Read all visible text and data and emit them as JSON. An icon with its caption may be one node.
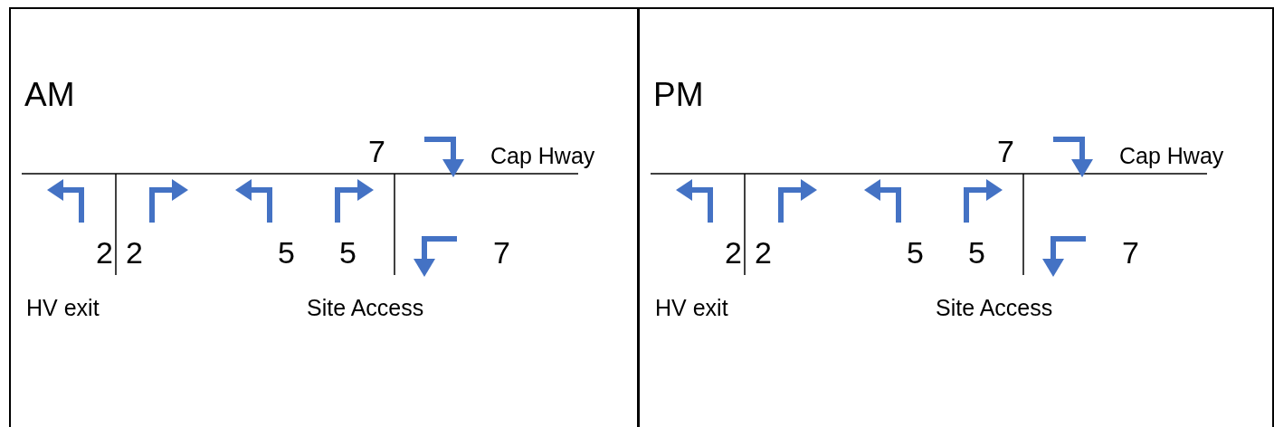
{
  "diagram": {
    "nodes": [
      {
        "text": [
          "AM"
        ]
      },
      {
        "text": [
          "PM"
        ]
      }
    ],
    "labels": [
      "7",
      "Cap Hway",
      "2",
      "2",
      "5",
      "5",
      "7",
      "HV exit",
      "Site Access",
      "7",
      "Cap Hway",
      "2",
      "2",
      "5",
      "5",
      "7",
      "HV exit",
      "Site Access"
    ]
  }
}
